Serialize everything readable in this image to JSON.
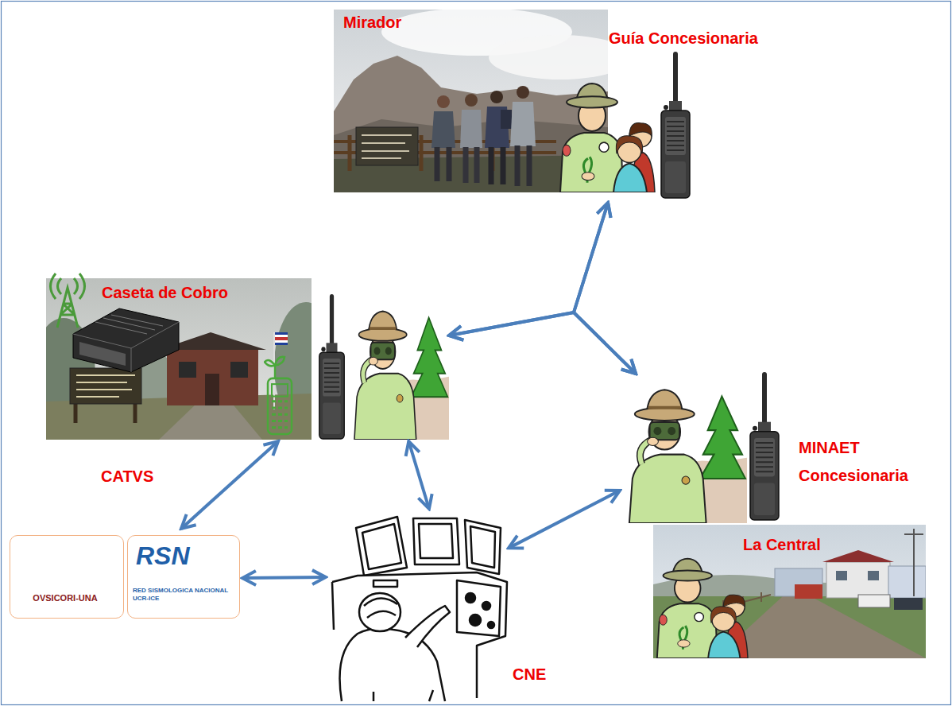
{
  "diagram": {
    "nodes": [
      {
        "text": [
          "Mirador",
          "Guía Concesionaria"
        ]
      },
      {
        "text": [
          "Caseta de Cobro"
        ]
      },
      {
        "text": [
          "MINAET Concesionaria",
          "La Central"
        ]
      },
      {
        "text": [
          "CATVS"
        ]
      },
      {
        "text": [
          "OVSICORI-UNA"
        ],
        "in": 3
      },
      {
        "text": [
          "RSN",
          "RED SISMOLOGICA NACIONAL UCR-ICE"
        ],
        "in": 3
      },
      {
        "text": [
          "CNE"
        ]
      }
    ],
    "edges": [
      {
        "from": 1,
        "to": 0,
        "arrow": "both"
      },
      {
        "from": 1,
        "to": 2,
        "arrow": "both"
      },
      {
        "from": 0,
        "to": 2,
        "arrow": "both"
      },
      {
        "from": 1,
        "to": 3,
        "arrow": "both"
      },
      {
        "from": 1,
        "to": 6,
        "arrow": "both"
      },
      {
        "from": 2,
        "to": 6,
        "arrow": "both"
      },
      {
        "from": 3,
        "to": 6,
        "arrow": "both"
      }
    ]
  }
}
